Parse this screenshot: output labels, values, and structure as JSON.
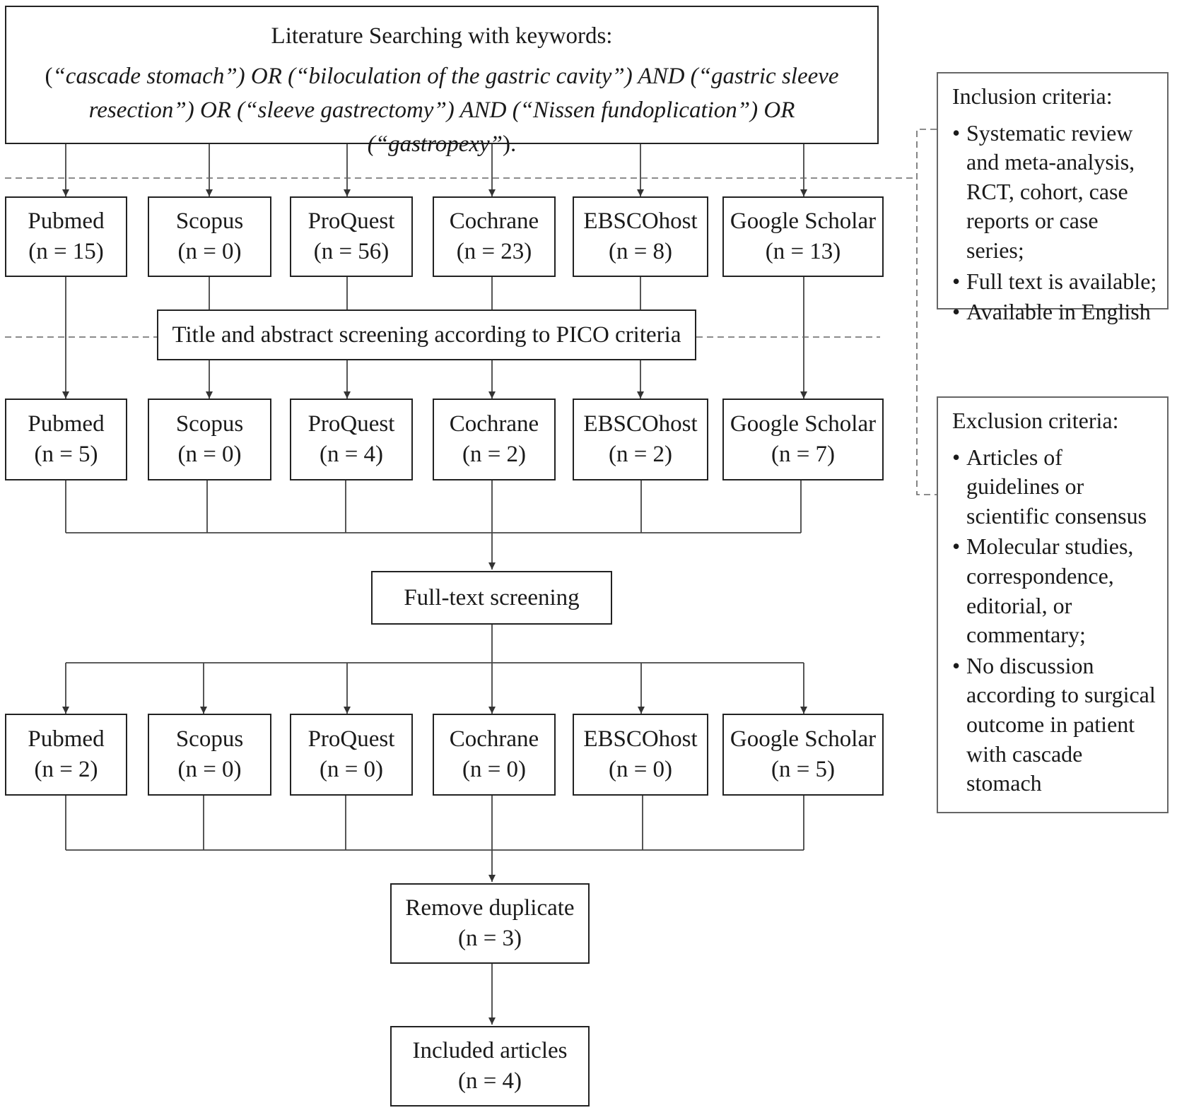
{
  "search": {
    "title": "Literature Searching with keywords:",
    "query_parts": [
      {
        "t": "(",
        "s": "op"
      },
      {
        "t": "“cascade stomach”",
        "s": "term"
      },
      {
        "t": ") OR (",
        "s": "opi"
      },
      {
        "t": "“biloculation of the gastric cavity”",
        "s": "term"
      },
      {
        "t": ") AND (",
        "s": "opi"
      },
      {
        "t": "“gastric sleeve resection”",
        "s": "term"
      },
      {
        "t": ") OR (",
        "s": "opi"
      },
      {
        "t": "“sleeve gastrectomy”",
        "s": "term"
      },
      {
        "t": ") AND (",
        "s": "opi"
      },
      {
        "t": "“Nissen fundoplication”",
        "s": "term"
      },
      {
        "t": ") OR (",
        "s": "opi"
      },
      {
        "t": "“gastropexy”",
        "s": "term"
      },
      {
        "t": ").",
        "s": "op"
      }
    ]
  },
  "databases": [
    "Pubmed",
    "Scopus",
    "ProQuest",
    "Cochrane",
    "EBSCOhost",
    "Google Scholar"
  ],
  "stages": {
    "identified": [
      "(n = 15)",
      "(n = 0)",
      "(n = 56)",
      "(n = 23)",
      "(n = 8)",
      "(n = 13)"
    ],
    "screened": [
      "(n = 5)",
      "(n = 0)",
      "(n = 4)",
      "(n = 2)",
      "(n = 2)",
      "(n = 7)"
    ],
    "fulltext": [
      "(n = 2)",
      "(n = 0)",
      "(n = 0)",
      "(n = 0)",
      "(n = 0)",
      "(n = 5)"
    ]
  },
  "pico_label": "Title and abstract screening according to PICO criteria",
  "fulltext_label": "Full-text screening",
  "duplicate": {
    "label": "Remove duplicate",
    "count": "(n = 3)"
  },
  "included": {
    "label": "Included articles",
    "count": "(n = 4)"
  },
  "inclusion": {
    "title": "Inclusion criteria:",
    "items": [
      "Systematic review and meta-analysis, RCT, cohort, case reports or case series;",
      "Full text is available;",
      "Available in English"
    ]
  },
  "exclusion": {
    "title": "Exclusion criteria:",
    "items": [
      "Articles of guidelines or scientific consensus",
      "Molecular studies, correspondence, editorial, or commentary;",
      "No discussion according to surgical outcome in patient with cascade stomach"
    ]
  }
}
